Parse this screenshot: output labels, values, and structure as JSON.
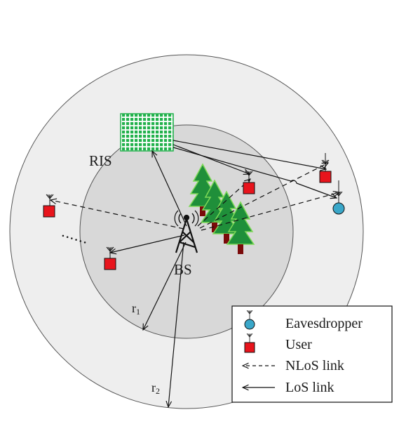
{
  "labels": {
    "ris": "RIS",
    "bs": "BS",
    "r1": "r",
    "r1_sub": "1",
    "r2": "r",
    "r2_sub": "2",
    "dots": "......"
  },
  "legend": {
    "eavesdropper": "Eavesdropper",
    "user": "User",
    "nlos": "NLoS link",
    "los": "LoS link"
  },
  "colors": {
    "outer_disc": "#eeeeee",
    "inner_disc": "#d8d8d8",
    "user": "#e8141c",
    "eavesdropper": "#3aa7c9",
    "ris": "#22b14c",
    "tree": "#1f8f3a",
    "trunk": "#7a0a0a"
  },
  "icons": [
    "base-station-icon",
    "ris-panel-icon",
    "tree-icon",
    "antenna-icon",
    "user-icon",
    "eavesdropper-icon"
  ]
}
